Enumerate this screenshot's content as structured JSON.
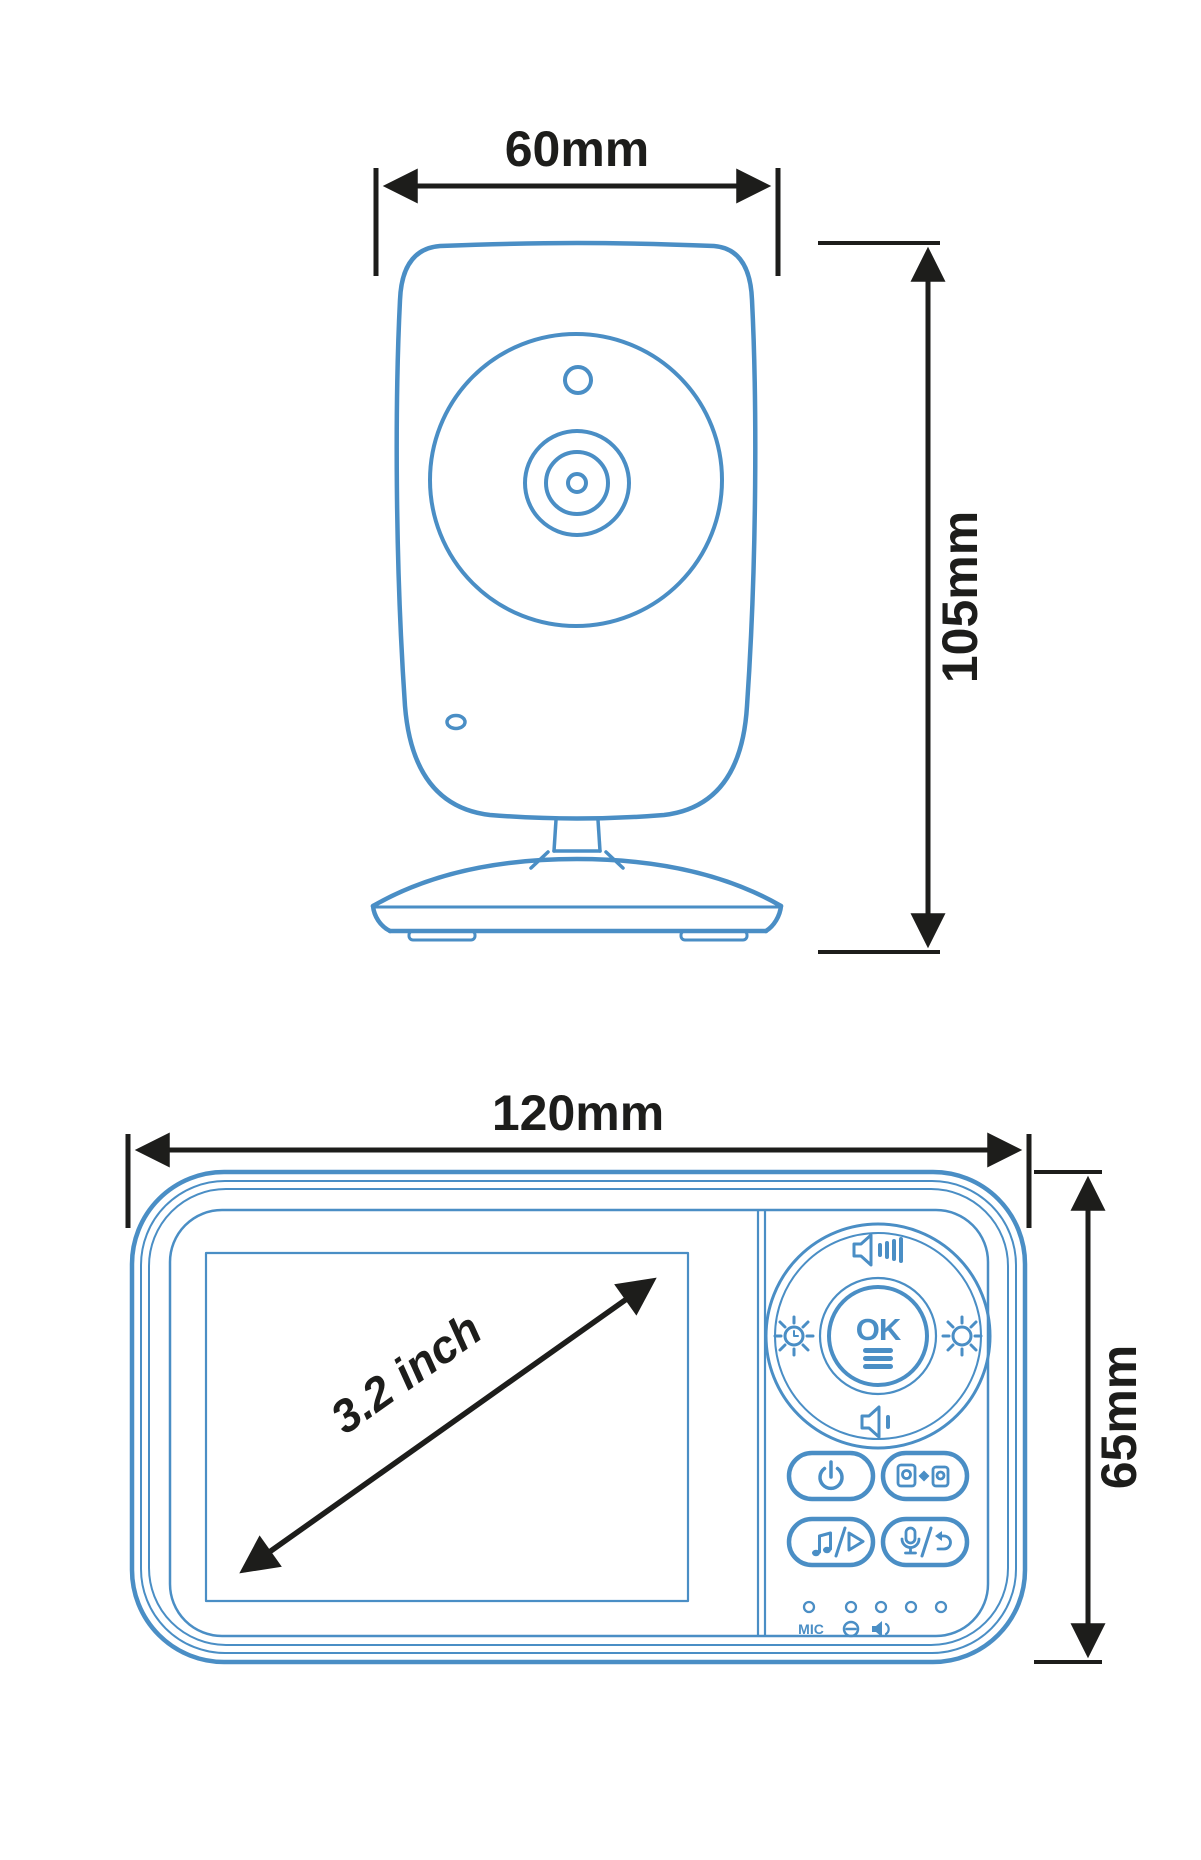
{
  "colors": {
    "line": "#4a8ec5",
    "ink": "#1d1d1b",
    "bg": "#ffffff"
  },
  "diagram": {
    "camera": {
      "width_label": "60mm",
      "height_label": "105mm"
    },
    "monitor": {
      "width_label": "120mm",
      "height_label": "65mm",
      "screen": {
        "diagonal_label": "3.2 inch"
      },
      "dpad": {
        "ok_label": "OK",
        "icons": {
          "top": "volume-up-icon",
          "bottom": "volume-down-icon",
          "left": "brightness-left-icon",
          "right": "brightness-right-icon",
          "center": "ok-menu-button"
        }
      },
      "buttons": [
        {
          "name": "power-button",
          "icon": "power-icon"
        },
        {
          "name": "camera-switch-button",
          "icon": "camera-pair-icon"
        },
        {
          "name": "music-play-button",
          "icon": "music-play-icon"
        },
        {
          "name": "talkback-button",
          "icon": "mic-talk-icon"
        }
      ],
      "indicators": {
        "mic_label": "MIC",
        "led_count": 5,
        "icons": [
          "minus-circle-icon",
          "speaker-icon"
        ]
      }
    }
  }
}
